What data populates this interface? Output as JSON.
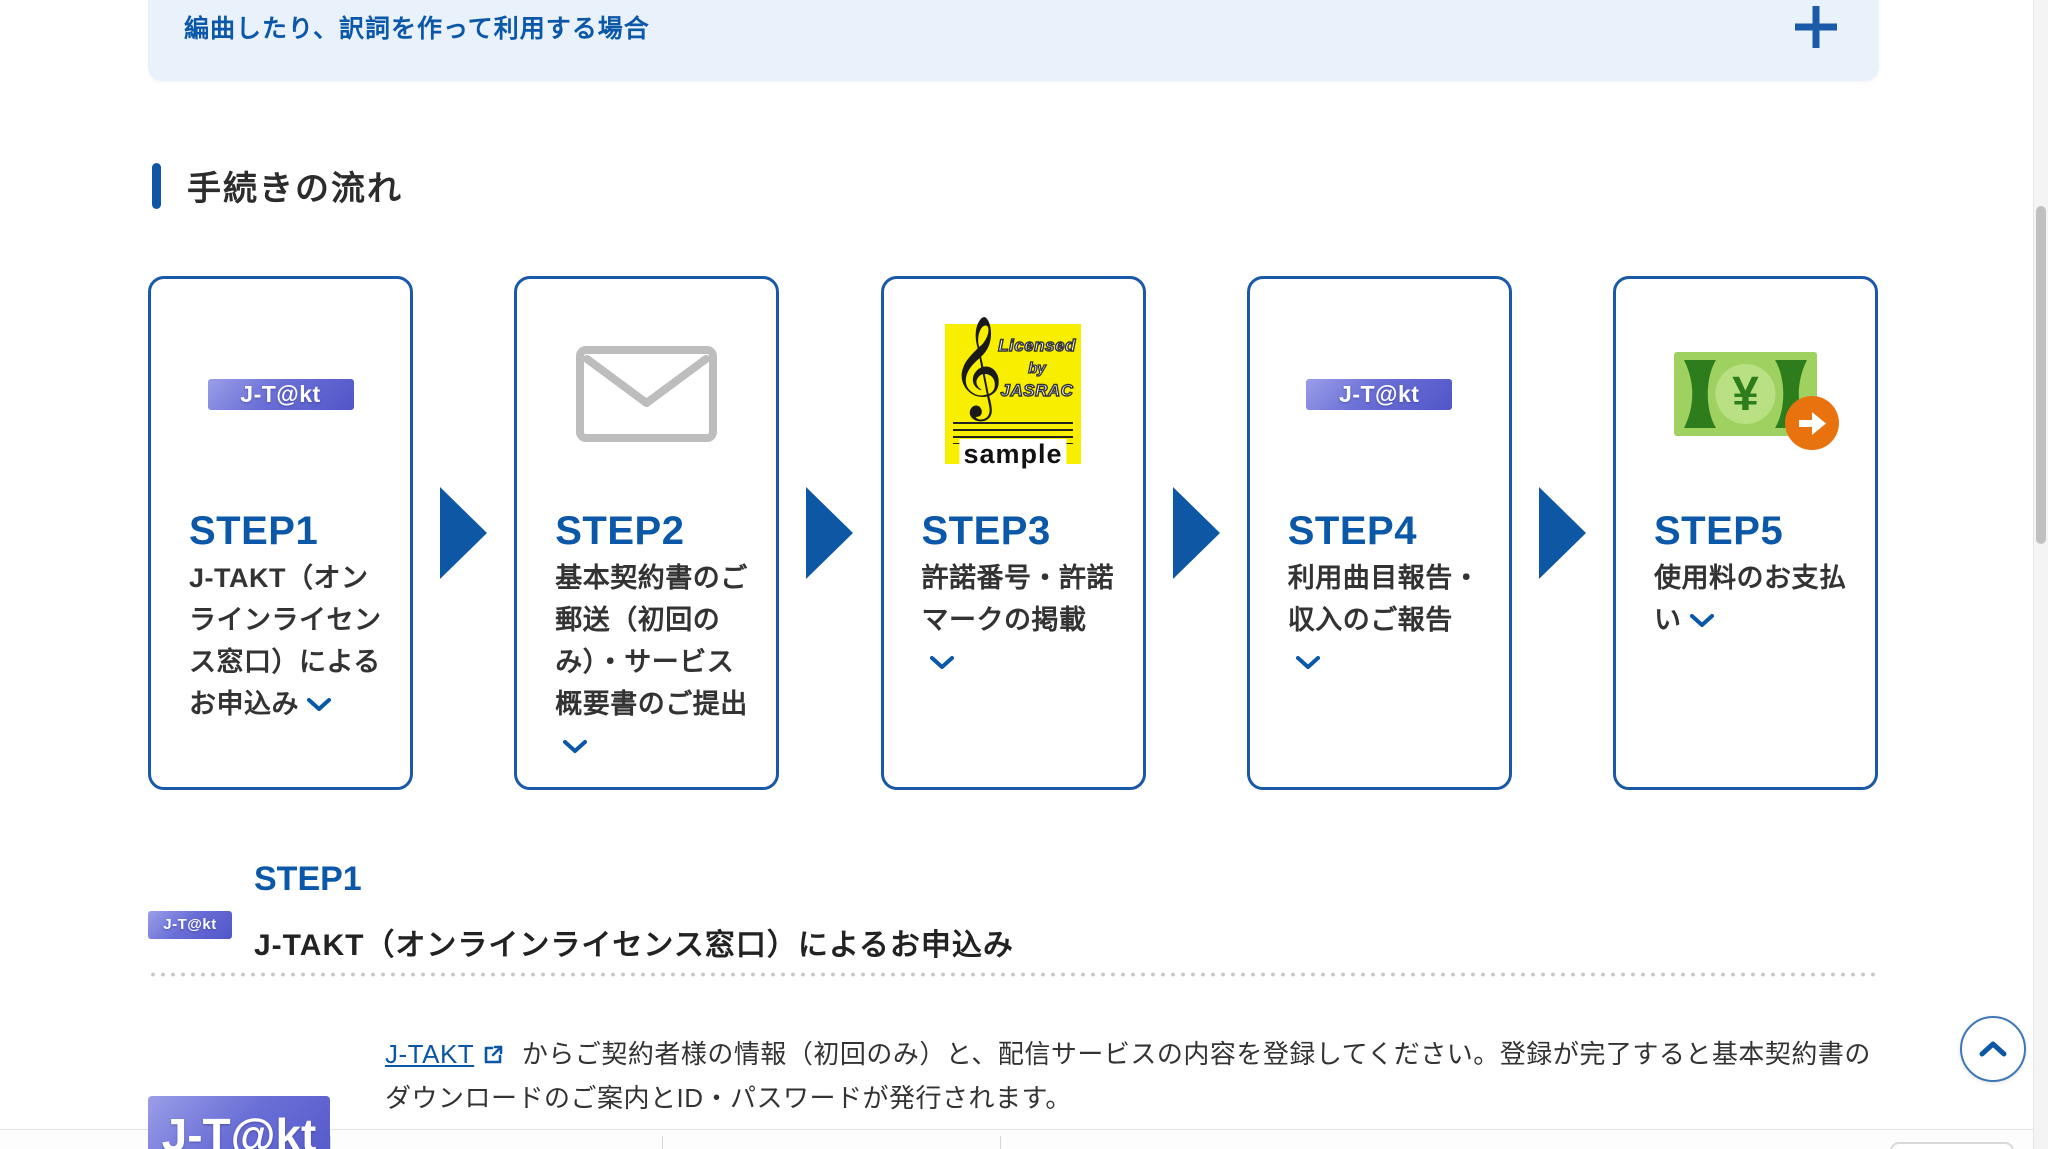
{
  "accordion": {
    "label": "編曲したり、訳詞を作って利用する場合"
  },
  "section_title": "手続きの流れ",
  "jtakt_badge_text": "J-T@kt",
  "steps": [
    {
      "step": "STEP1",
      "title": "J-TAKT（オンラインライセンス窓口）によるお申込み"
    },
    {
      "step": "STEP2",
      "title": "基本契約書のご郵送（初回のみ）・サービス概要書のご提出"
    },
    {
      "step": "STEP3",
      "title": "許諾番号・許諾マークの掲載"
    },
    {
      "step": "STEP4",
      "title": "利用曲目報告・収入のご報告"
    },
    {
      "step": "STEP5",
      "title": "使用料のお支払い"
    }
  ],
  "jasrac_mark": {
    "licensed": "Licensed",
    "by": "by",
    "jasrac": "JASRAC",
    "sample": "sample",
    "clef": "𝄞"
  },
  "money_icon": {
    "yen": "¥"
  },
  "detail": {
    "step": "STEP1",
    "title": "J-TAKT（オンラインライセンス窓口）によるお申込み",
    "link_text": "J-TAKT",
    "paragraph": " からご契約者様の情報（初回のみ）と、配信サービスの内容を登録してください。登録が完了すると基本契約書のダウンロードのご案内とID・パスワードが発行されます。"
  },
  "colors": {
    "accent_blue": "#0b58a9",
    "card_border": "#1a58a8",
    "accordion_bg": "#e9f1fb",
    "jasrac_yellow": "#f8ee00",
    "money_green": "#9fd161",
    "money_dark_green": "#2e7d1d",
    "badge_orange": "#e8730e",
    "jtakt_purple": "#5a5fd0"
  }
}
